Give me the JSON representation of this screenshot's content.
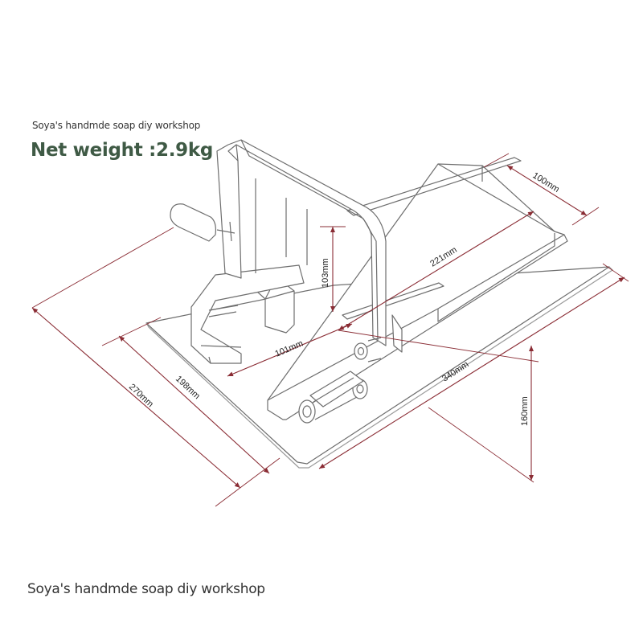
{
  "texts": {
    "brand_top": "Soya's handmde soap diy workshop",
    "net_weight": "Net weight :2.9kg",
    "brand_bottom": "Soya's handmde soap diy workshop"
  },
  "dimensions": {
    "length_340": "340mm",
    "width_270": "270mm",
    "width_198": "198mm",
    "length_221": "221mm",
    "height_160": "160mm",
    "height_103": "103mm",
    "width_100": "100mm",
    "width_101": "101mm"
  },
  "colors": {
    "dimension_line": "#8a2c34",
    "outline": "#6e6e6e",
    "weight_text": "#3f5a45"
  }
}
